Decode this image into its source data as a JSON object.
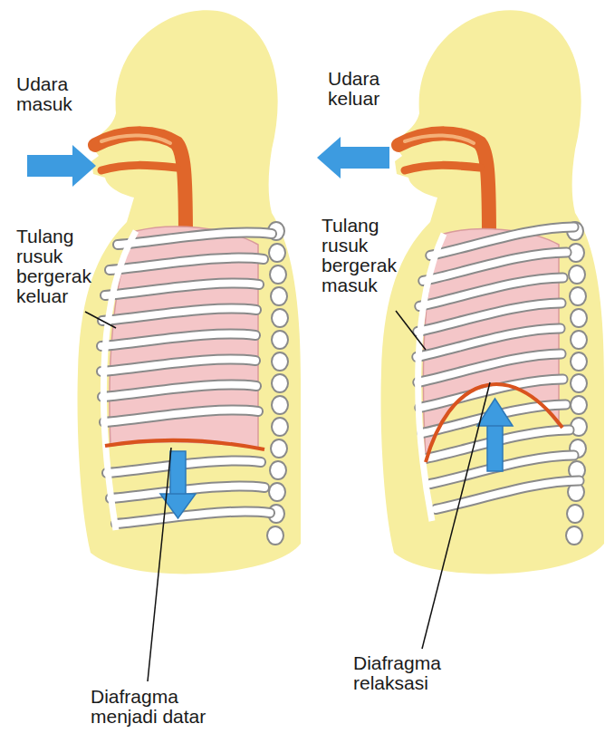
{
  "diagram": {
    "labels": [
      "Udara masuk",
      "Tulang rusuk bergerak keluar",
      "Diafragma menjadi datar",
      "Udara keluar",
      "Tulang rusuk bergerak masuk",
      "Diafragma relaksasi"
    ]
  }
}
